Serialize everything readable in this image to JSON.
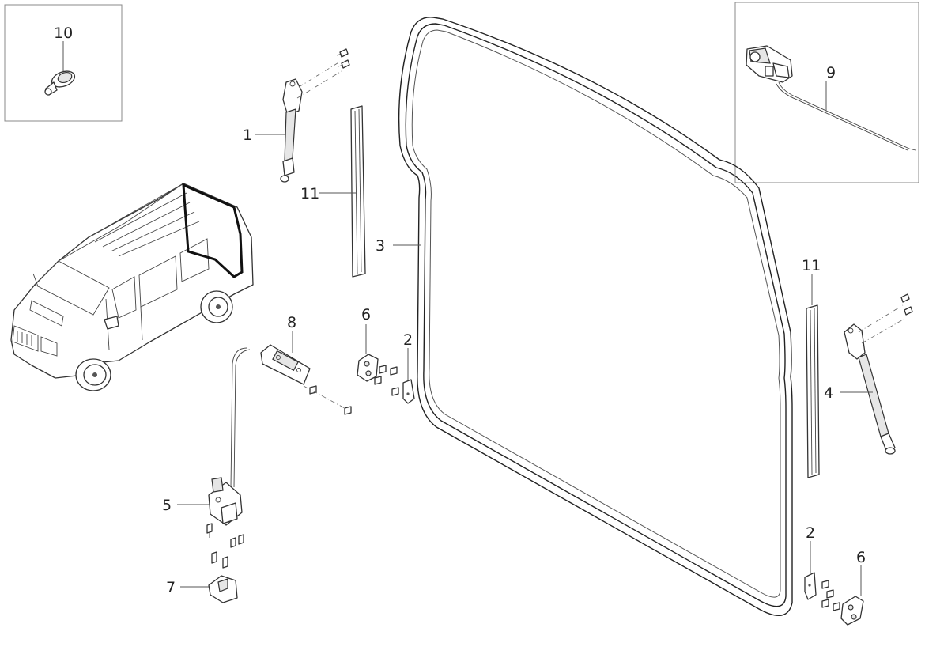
{
  "callouts": {
    "c1": "1",
    "c2a": "2",
    "c2b": "2",
    "c3": "3",
    "c4": "4",
    "c5": "5",
    "c6a": "6",
    "c6b": "6",
    "c7": "7",
    "c8": "8",
    "c9": "9",
    "c10": "10",
    "c11a": "11",
    "c11b": "11"
  }
}
